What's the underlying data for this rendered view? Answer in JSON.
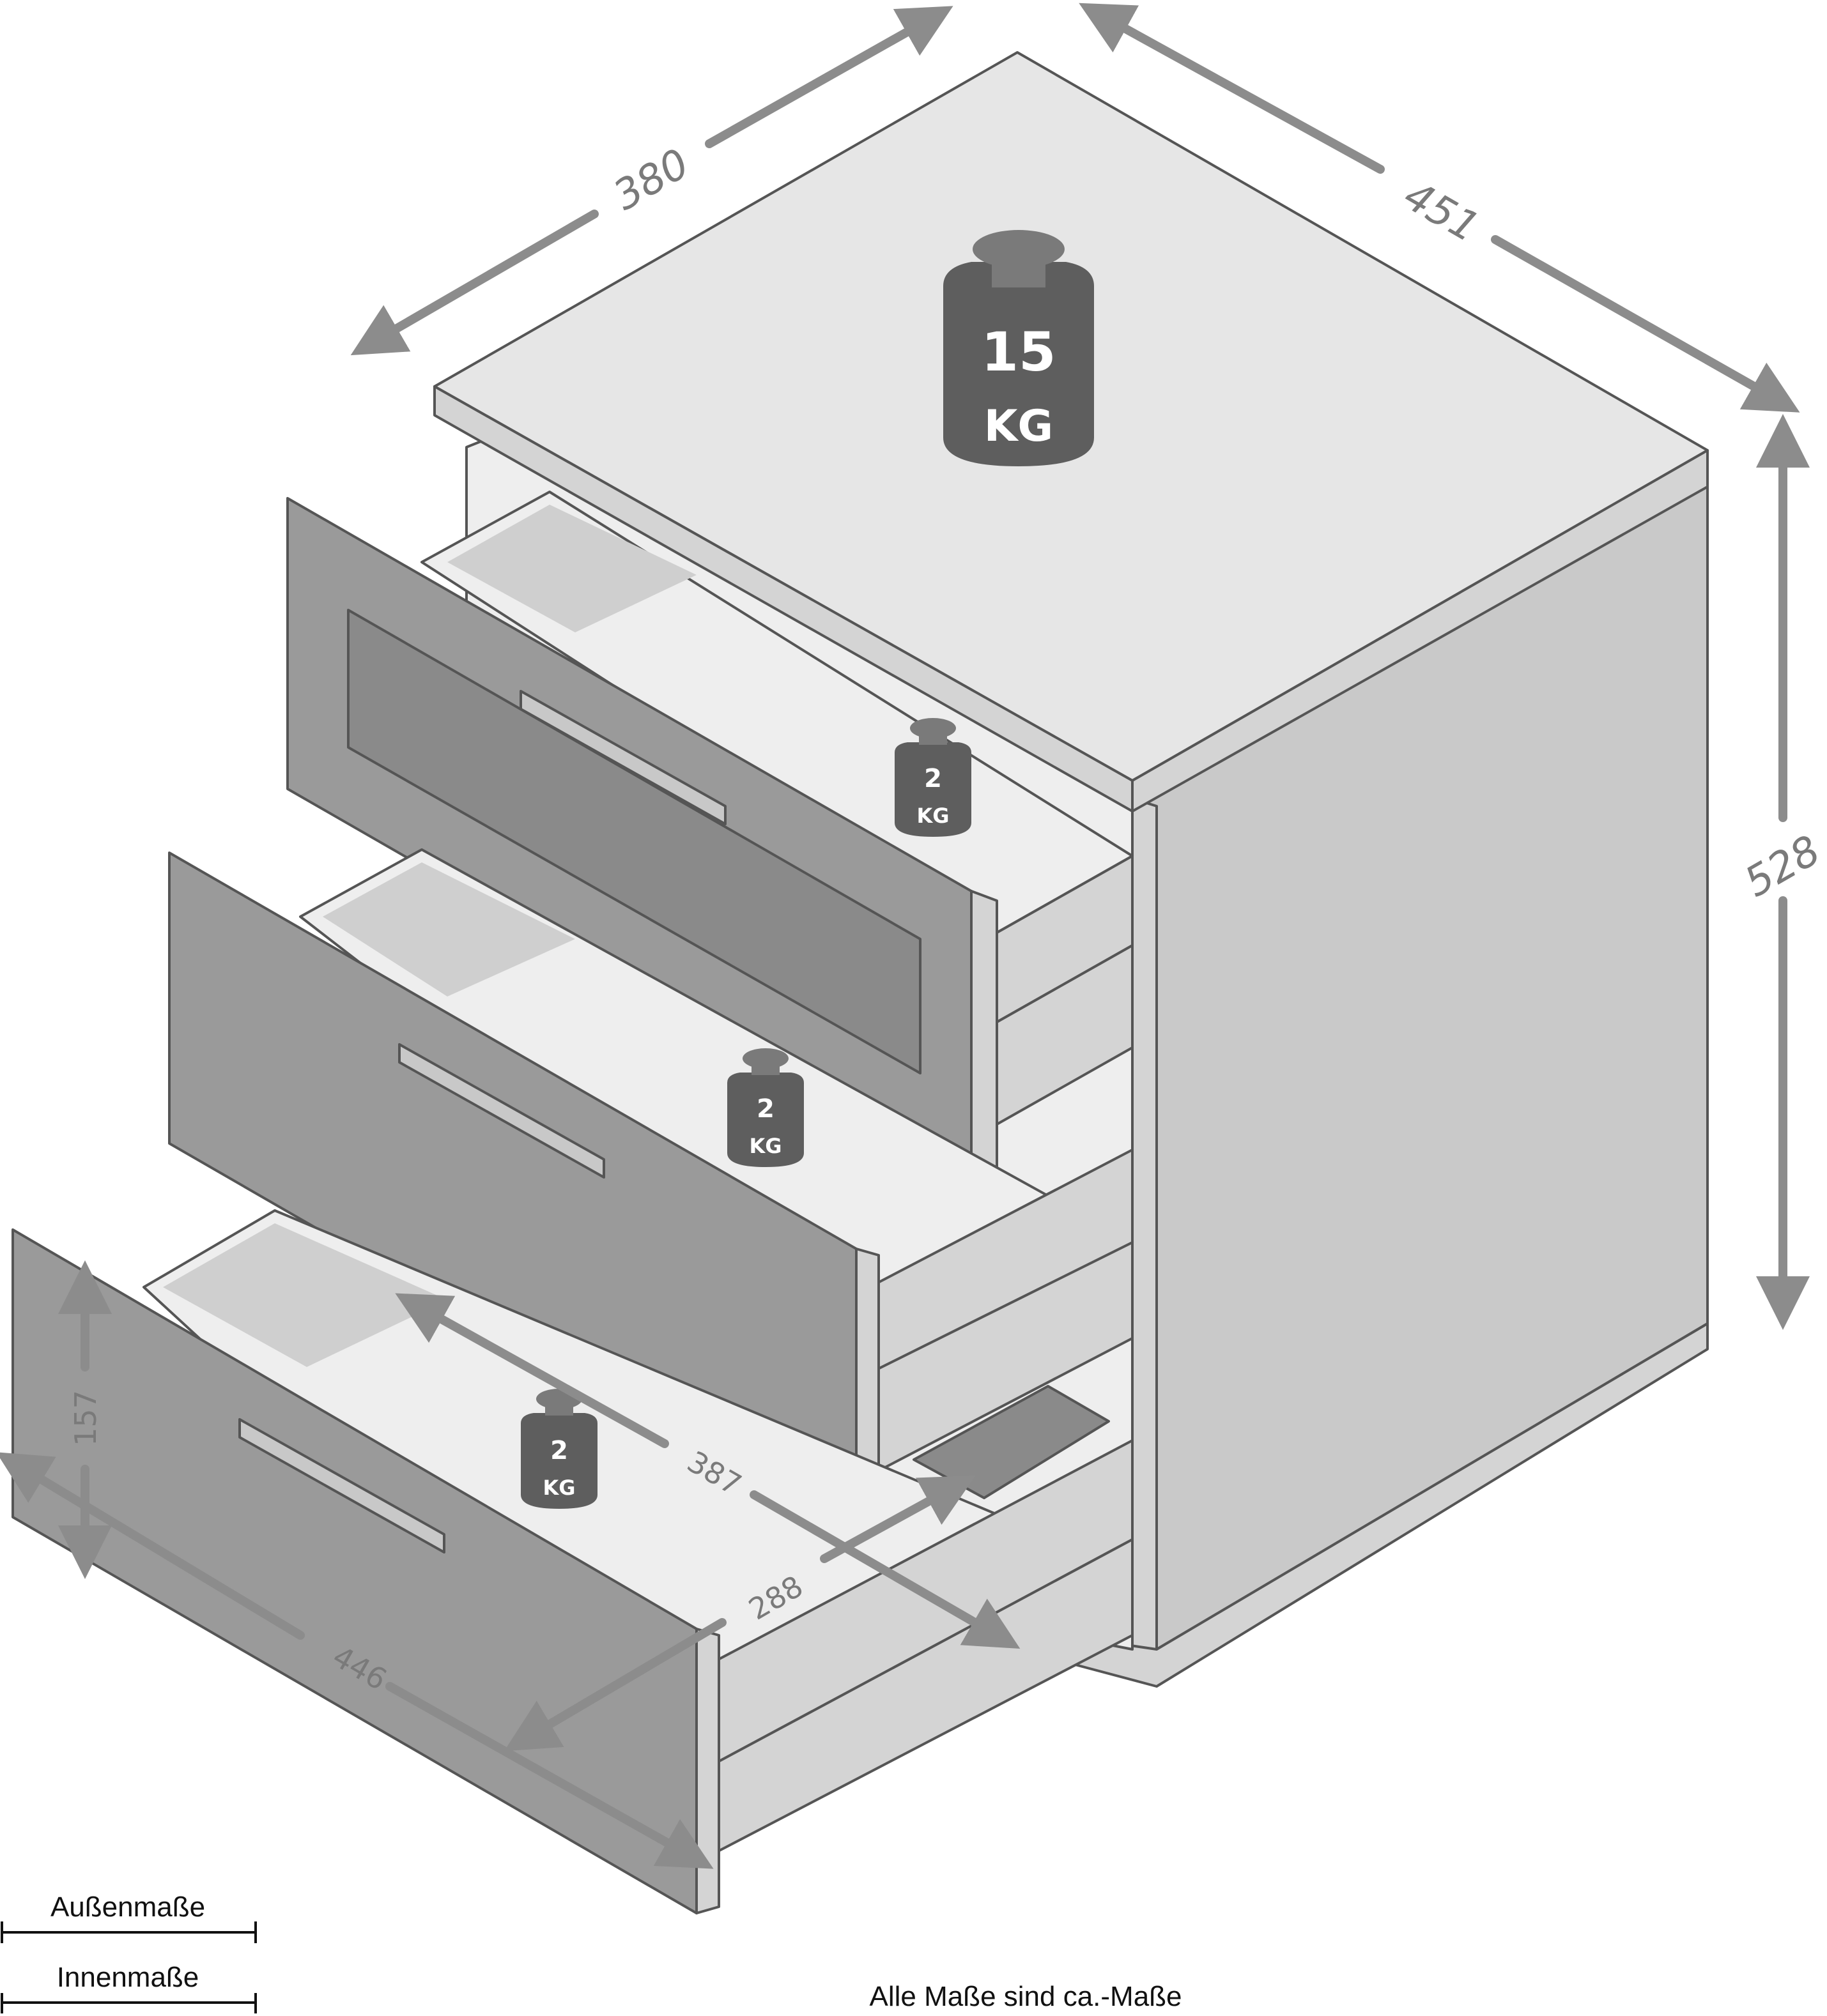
{
  "colors": {
    "top_surface": "#e6e6e6",
    "front_edge": "#d4d4d4",
    "side_panel": "#c9c9c9",
    "drawer_front": "#9a9a9a",
    "drawer_edge": "#c2c2c2",
    "interior": "#eeeeee",
    "interior_shadow": "#cfcfcf",
    "dark_inset": "#8a8a8a",
    "arrow": "#8c8c8c",
    "weight_body": "#5e5e5e",
    "weight_knob": "#7a7a7a",
    "line": "#555555"
  },
  "dimensions": {
    "outer_width": "380",
    "outer_depth": "451",
    "outer_height": "528",
    "drawer_inner_height": "157",
    "drawer_inner_width": "446",
    "drawer_inner_depth": "387",
    "drawer_inner_width_2": "288"
  },
  "weights": {
    "top": {
      "value": "15",
      "unit": "KG"
    },
    "drawer_1": {
      "value": "2",
      "unit": "KG"
    },
    "drawer_2": {
      "value": "2",
      "unit": "KG"
    },
    "drawer_3": {
      "value": "2",
      "unit": "KG"
    }
  },
  "legend": {
    "outer_label": "Außenmaße",
    "inner_label": "Innenmaße"
  },
  "note": "Alle Maße sind ca.-Maße"
}
